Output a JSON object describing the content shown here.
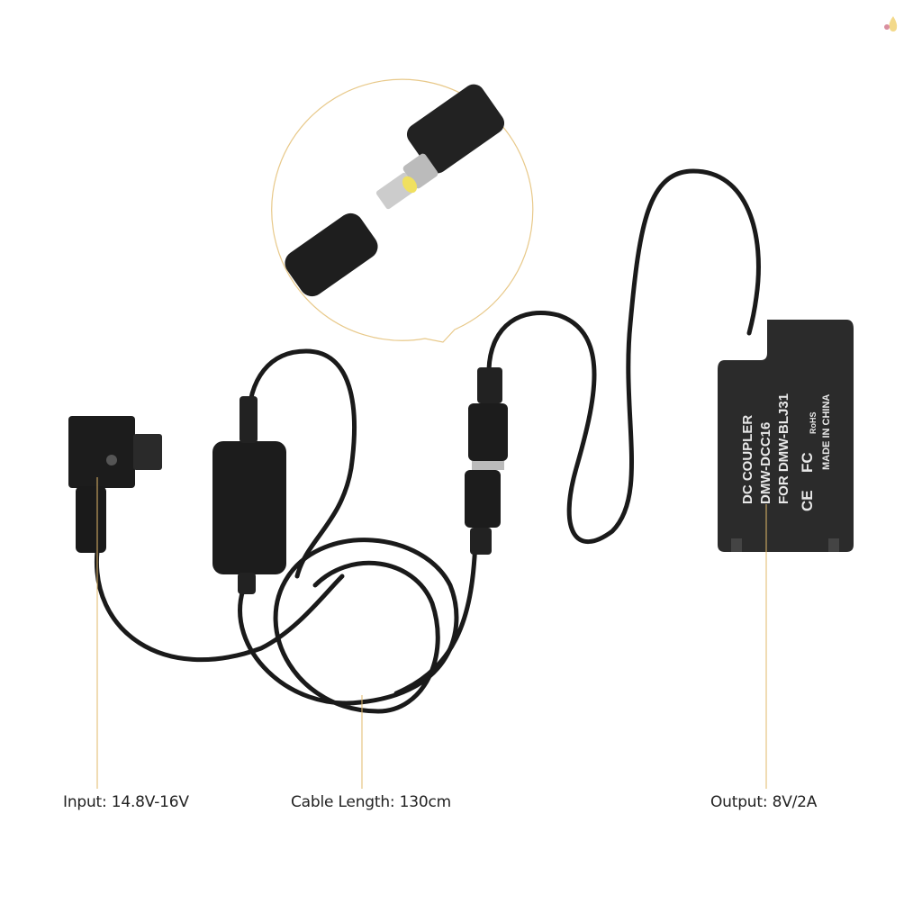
{
  "product": {
    "coupler_text": {
      "line1": "DC COUPLER",
      "line2": "DMW-DCC16",
      "line3": "FOR DMW-BLJ31",
      "made_in": "MADE IN CHINA",
      "rohs": "RoHS",
      "marks": [
        "CE",
        "FC"
      ]
    }
  },
  "labels": {
    "input": "Input: 14.8V-16V",
    "cable_length": "Cable Length: 130cm",
    "output": "Output: 8V/2A"
  },
  "colors": {
    "leader_line": "#e2b86a",
    "cable": "#1a1a1a",
    "tip": "#f0e060"
  }
}
